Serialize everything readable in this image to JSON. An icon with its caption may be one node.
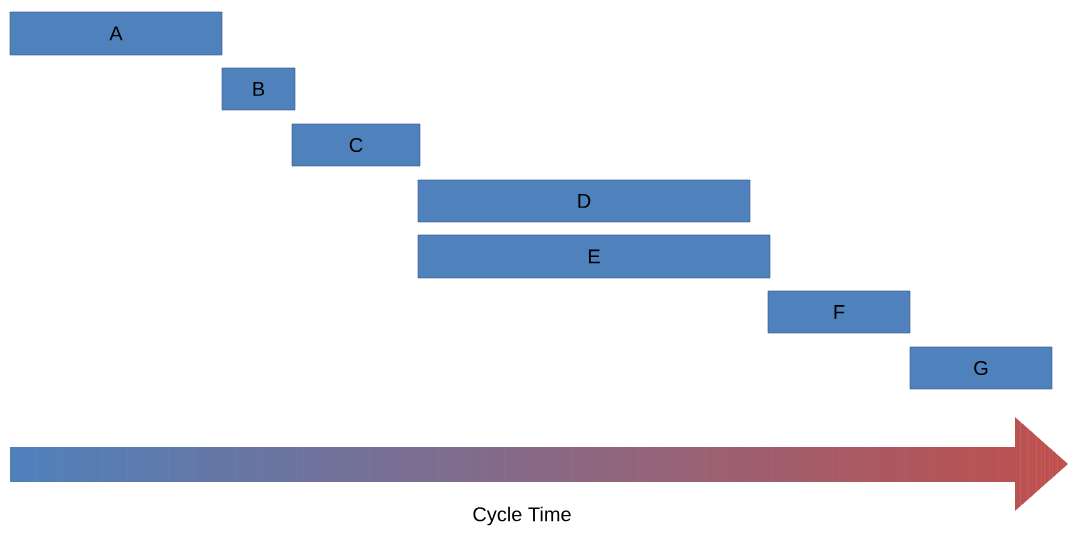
{
  "diagram": {
    "nodes": [
      {
        "text": [
          "A"
        ]
      },
      {
        "text": [
          "B"
        ]
      },
      {
        "text": [
          "C"
        ]
      },
      {
        "text": [
          "D"
        ]
      },
      {
        "text": [
          "E"
        ]
      },
      {
        "text": [
          "F"
        ]
      },
      {
        "text": [
          "G"
        ]
      }
    ],
    "labels": [
      "Cycle Time"
    ]
  }
}
